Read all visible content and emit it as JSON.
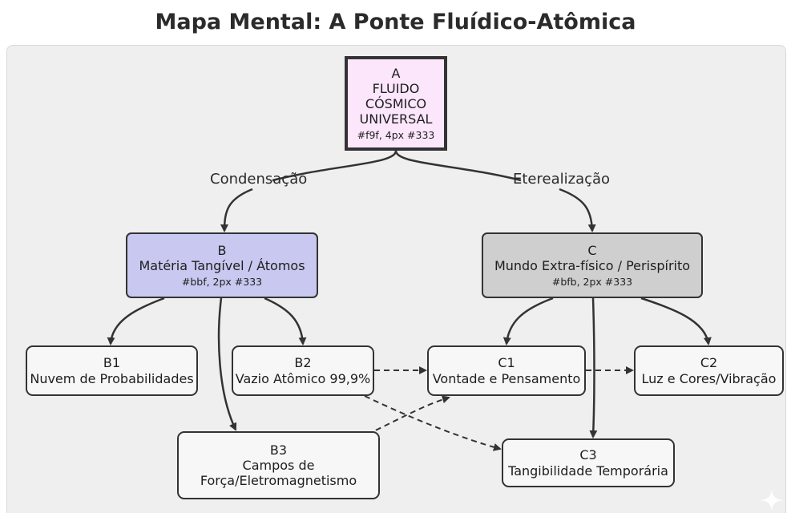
{
  "title": "Mapa Mental: A Ponte Fluídico-Atômica",
  "nodes": {
    "a": {
      "id": "A",
      "line1": "FLUIDO CÓSMICO",
      "line2": "UNIVERSAL",
      "style": "#f9f, 4px #333"
    },
    "b": {
      "id": "B",
      "label": "Matéria Tangível / Átomos",
      "style": "#bbf, 2px #333"
    },
    "c": {
      "id": "C",
      "label": "Mundo Extra-físico / Perispírito",
      "style": "#bfb, 2px #333"
    },
    "b1": {
      "id": "B1",
      "label": "Nuvem de Probabilidades"
    },
    "b2": {
      "id": "B2",
      "label": "Vazio Atômico 99,9%"
    },
    "b3": {
      "id": "B3",
      "line1": "Campos de",
      "line2": "Força/Eletromagnetismo"
    },
    "c1": {
      "id": "C1",
      "label": "Vontade e Pensamento"
    },
    "c2": {
      "id": "C2",
      "label": "Luz e Cores/Vibração"
    },
    "c3": {
      "id": "C3",
      "label": "Tangibilidade Temporária"
    }
  },
  "edge_labels": {
    "a_to_b": "Condensação",
    "a_to_c": "Eterealização"
  },
  "colors": {
    "node_a_fill": "#fbe6fb",
    "node_b_fill": "#c8c8f0",
    "node_c_fill": "#cfcfcf",
    "leaf_fill": "#f7f7f7",
    "stroke": "#333333",
    "canvas": "#efefef"
  },
  "icons": {
    "sparkle": "sparkle-icon"
  }
}
